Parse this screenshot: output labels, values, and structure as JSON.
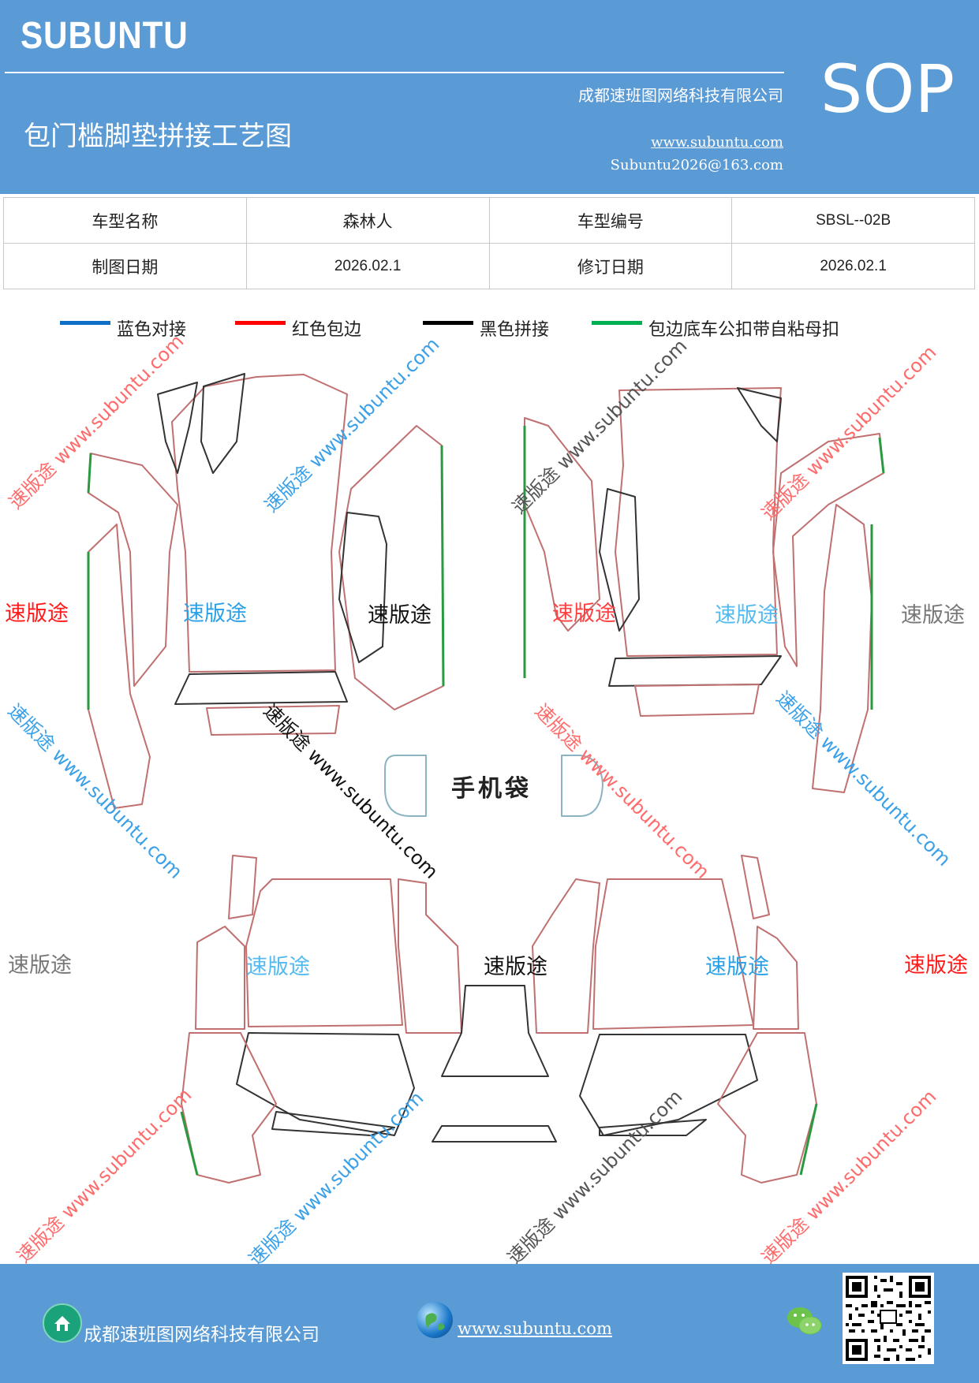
{
  "header": {
    "logo": "SUBUNTU",
    "company": "成都速班图网络科技有限公司",
    "title": "包门槛脚垫拼接工艺图",
    "website": "www.subuntu.com",
    "email": "Subuntu2026@163.com",
    "sop": "SOP",
    "bg_color": "#5b9bd5"
  },
  "info_table": {
    "rows": [
      [
        "车型名称",
        "森林人",
        "车型编号",
        "SBSL--02B"
      ],
      [
        "制图日期",
        "2026.02.1",
        "修订日期",
        "2026.02.1"
      ]
    ]
  },
  "legend": [
    {
      "label": "蓝色对接",
      "color": "#0f6fc6"
    },
    {
      "label": "红色包边",
      "color": "#ff0000"
    },
    {
      "label": "黑色拼接",
      "color": "#000000"
    },
    {
      "label": "包边底车公扣带自粘母扣",
      "color": "#00b050"
    }
  ],
  "diagram": {
    "piece_label": "速版途",
    "phone_bag": "手机袋",
    "watermark": "速版途 www.subuntu.com"
  },
  "footer": {
    "company": "成都速班图网络科技有限公司",
    "website": "www.subuntu.com",
    "home_icon": "home-icon",
    "globe_icon": "globe-icon",
    "wechat_icon": "wechat-icon",
    "qr_icon": "qr-code-icon"
  }
}
